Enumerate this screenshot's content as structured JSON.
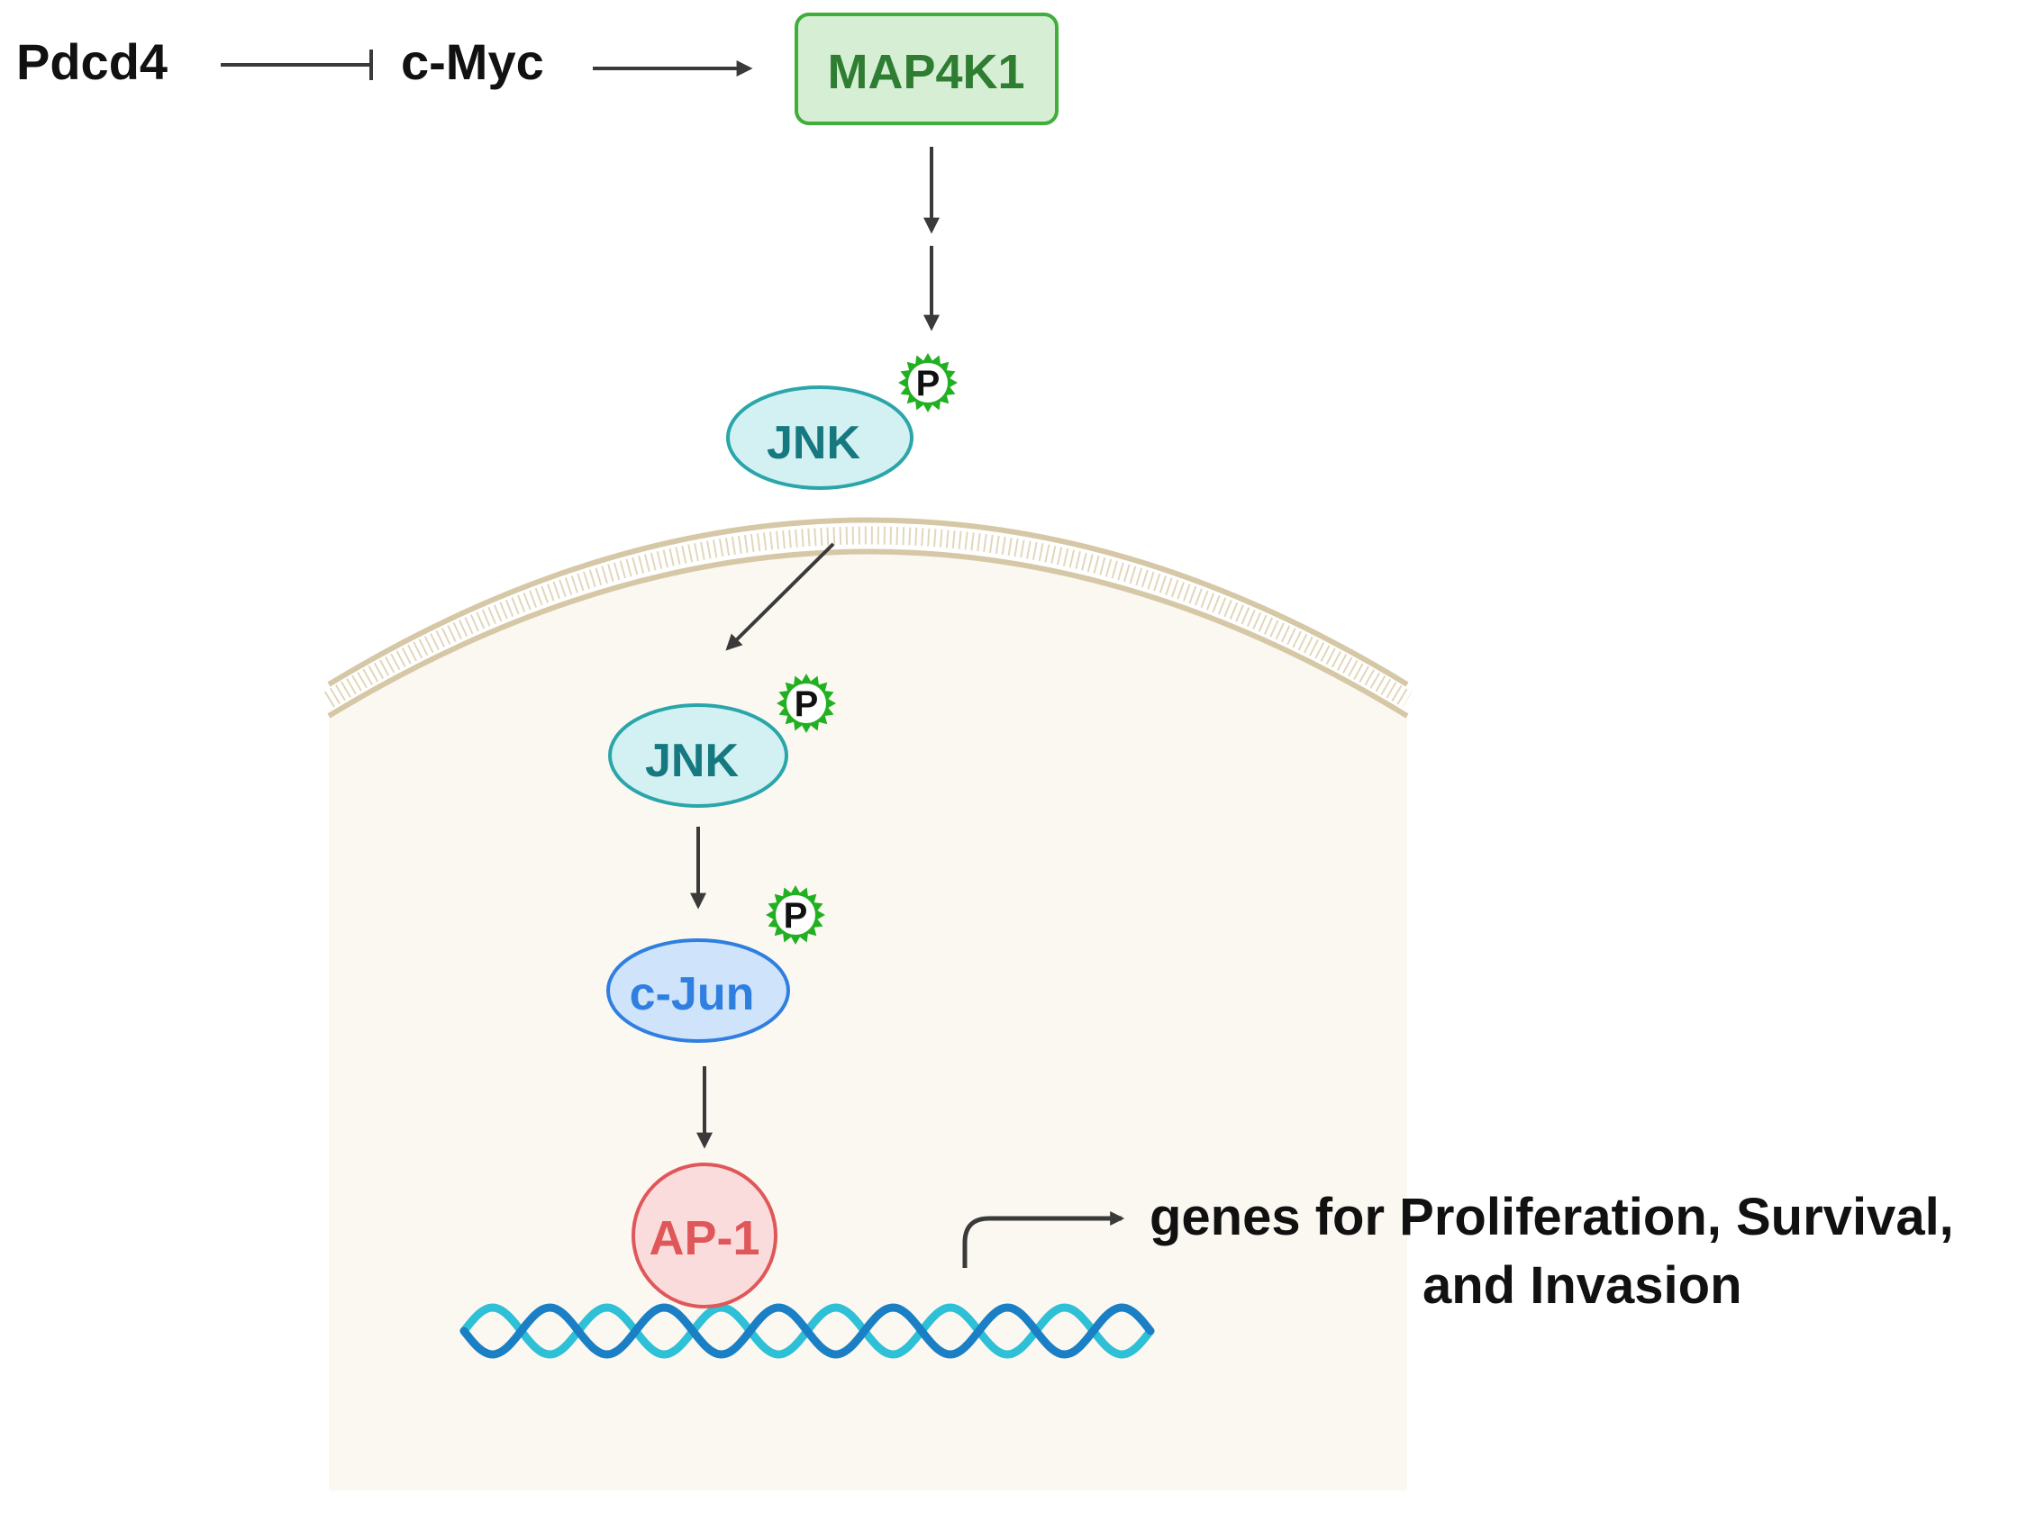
{
  "nodes": {
    "pdcd4": "Pdcd4",
    "cmyc": "c-Myc",
    "map4k1": "MAP4K1",
    "jnk_cytoplasm": "JNK",
    "jnk_nucleus": "JNK",
    "cjun": "c-Jun",
    "ap1": "AP-1"
  },
  "phospho_label": "P",
  "output": {
    "line1": "genes for Proliferation, Survival,",
    "line2": "and Invasion"
  },
  "colors": {
    "arrow": "#3a3a3a",
    "map4k1_fill": "#d6efd4",
    "map4k1_stroke": "#3fae3a",
    "map4k1_text": "#2e7d32",
    "jnk_fill": "#d3f1f3",
    "jnk_stroke": "#2aa6aa",
    "jnk_text": "#16797f",
    "cjun_fill": "#cfe3fb",
    "cjun_stroke": "#2f7fe0",
    "cjun_text": "#2f7fe0",
    "ap1_fill": "#fbdcdc",
    "ap1_stroke": "#e0575a",
    "ap1_text": "#e0575a",
    "phospho_star": "#22b022",
    "nucleus_fill": "#fbf8f1",
    "membrane": "#d6c8a6",
    "dna_dark": "#1a7fc4",
    "dna_light": "#2ec0d6"
  }
}
